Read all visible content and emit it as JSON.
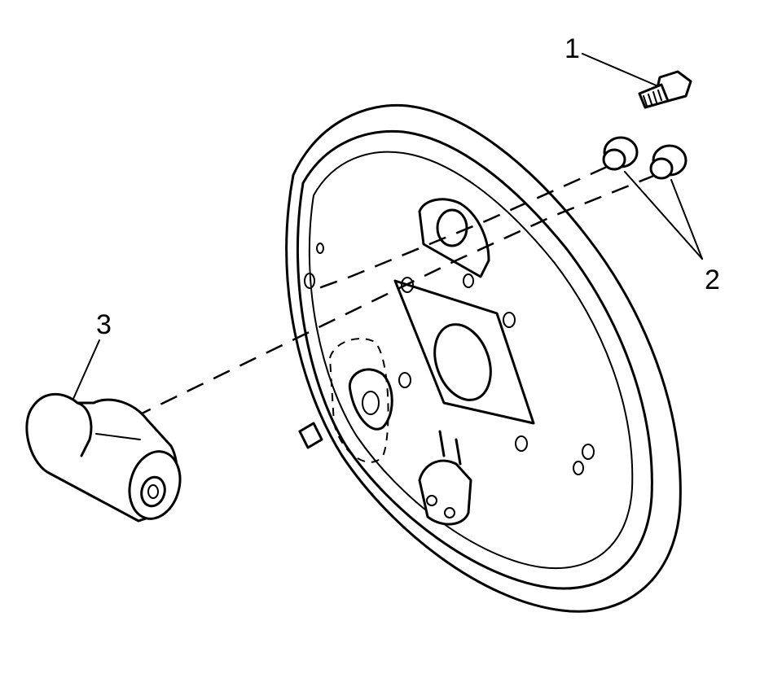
{
  "callouts": {
    "bolt_label": "1",
    "nuts_label": "2",
    "cylinder_label": "3"
  },
  "colors": {
    "ink": "#000000",
    "paper": "#ffffff"
  }
}
